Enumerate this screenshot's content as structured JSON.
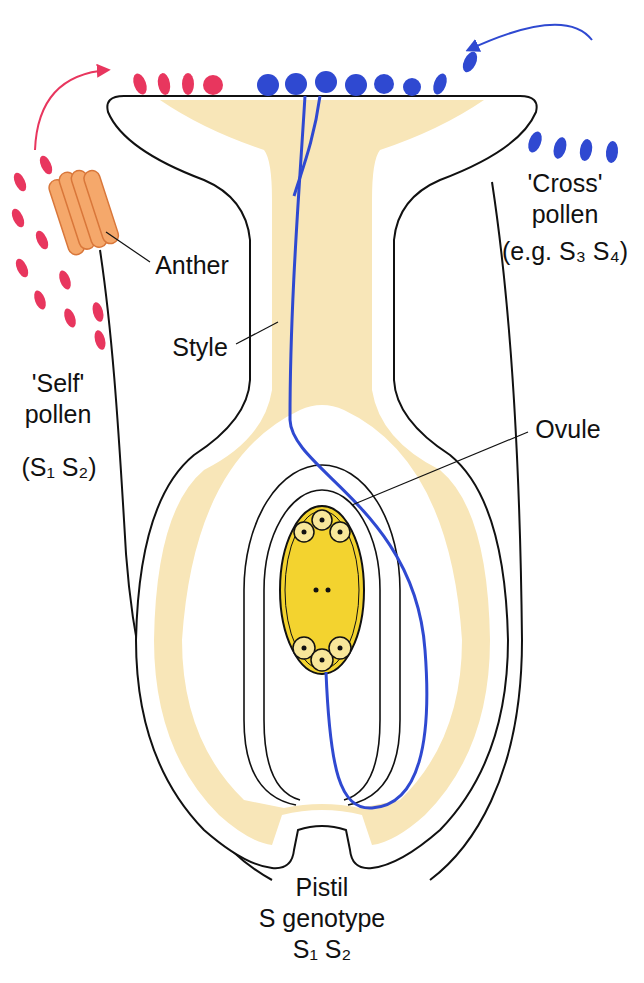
{
  "diagram": {
    "labels": [
      "'Self' pollen",
      "(S₁ S₂)",
      "Anther",
      "Style",
      "Ovule",
      "'Cross' pollen",
      "(e.g. S₃ S₄)",
      "Pistil",
      "S genotype",
      "S₁ S₂"
    ]
  }
}
